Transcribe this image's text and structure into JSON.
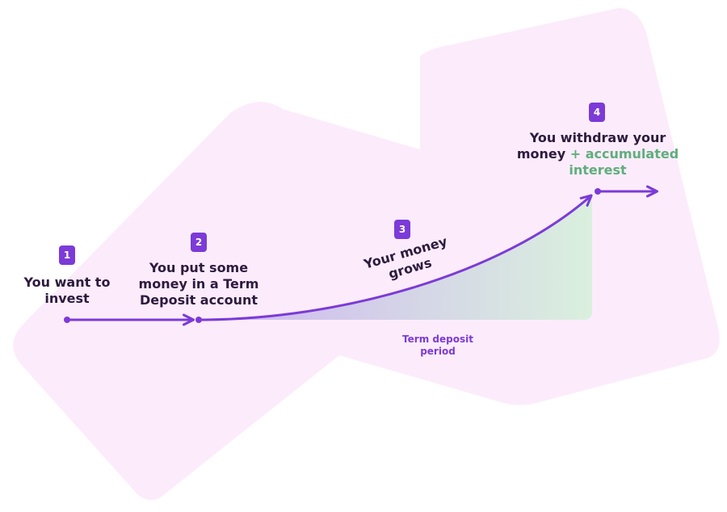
{
  "steps": [
    {
      "number": "1",
      "label": "You want to invest"
    },
    {
      "number": "2",
      "label": "You put some money in a Term Deposit account"
    },
    {
      "number": "3",
      "label": "Your money grows"
    },
    {
      "number": "4",
      "label_part1": "You withdraw your money",
      "label_accent": "+ accumulated interest"
    }
  ],
  "period_label": "Term deposit period",
  "colors": {
    "background_shape": "#fcecfb",
    "line": "#7c3ad8",
    "badge": "#7c3ad8",
    "text": "#2e1a3e",
    "accent": "#5fae7c",
    "gradient_start": "#c9aef0",
    "gradient_end": "#d6f0db"
  }
}
